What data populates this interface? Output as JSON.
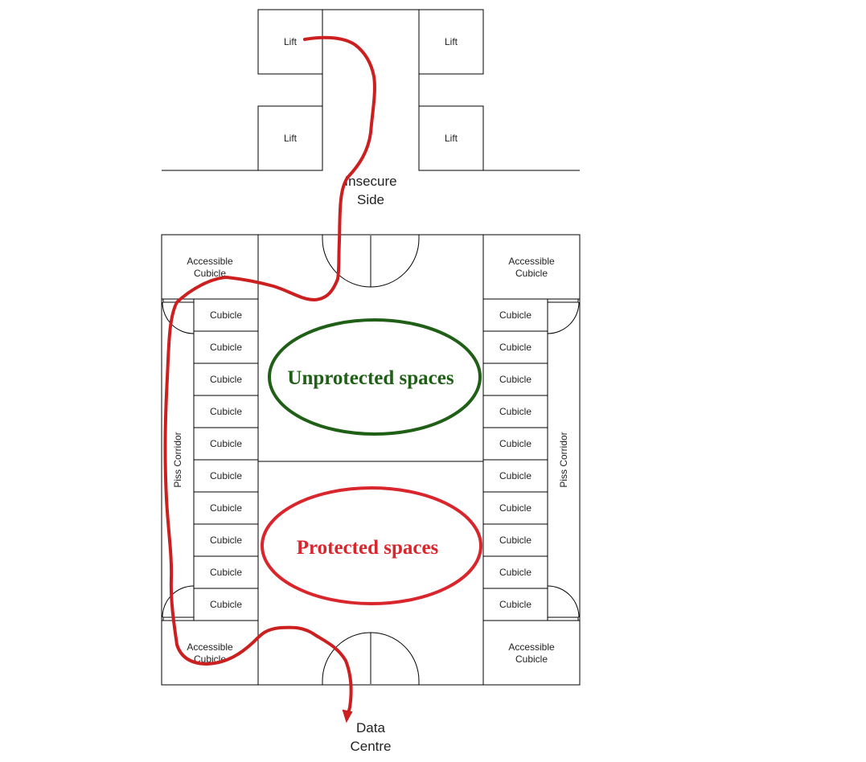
{
  "labels": {
    "lift": "Lift",
    "cubicle": "Cubicle",
    "accessible_cubicle": [
      "Accessible",
      "Cubicle"
    ],
    "piss_corridor": "Piss Corridor",
    "insecure_side": [
      "Insecure",
      "Side"
    ],
    "data_centre": [
      "Data",
      "Centre"
    ]
  },
  "zones": {
    "unprotected": {
      "text": "Unprotected spaces",
      "color": "#1f5f16"
    },
    "protected": {
      "text": "Protected spaces",
      "color": "#d9262c"
    }
  },
  "colors": {
    "route": "#cc1f1f",
    "walls": "#000000"
  }
}
